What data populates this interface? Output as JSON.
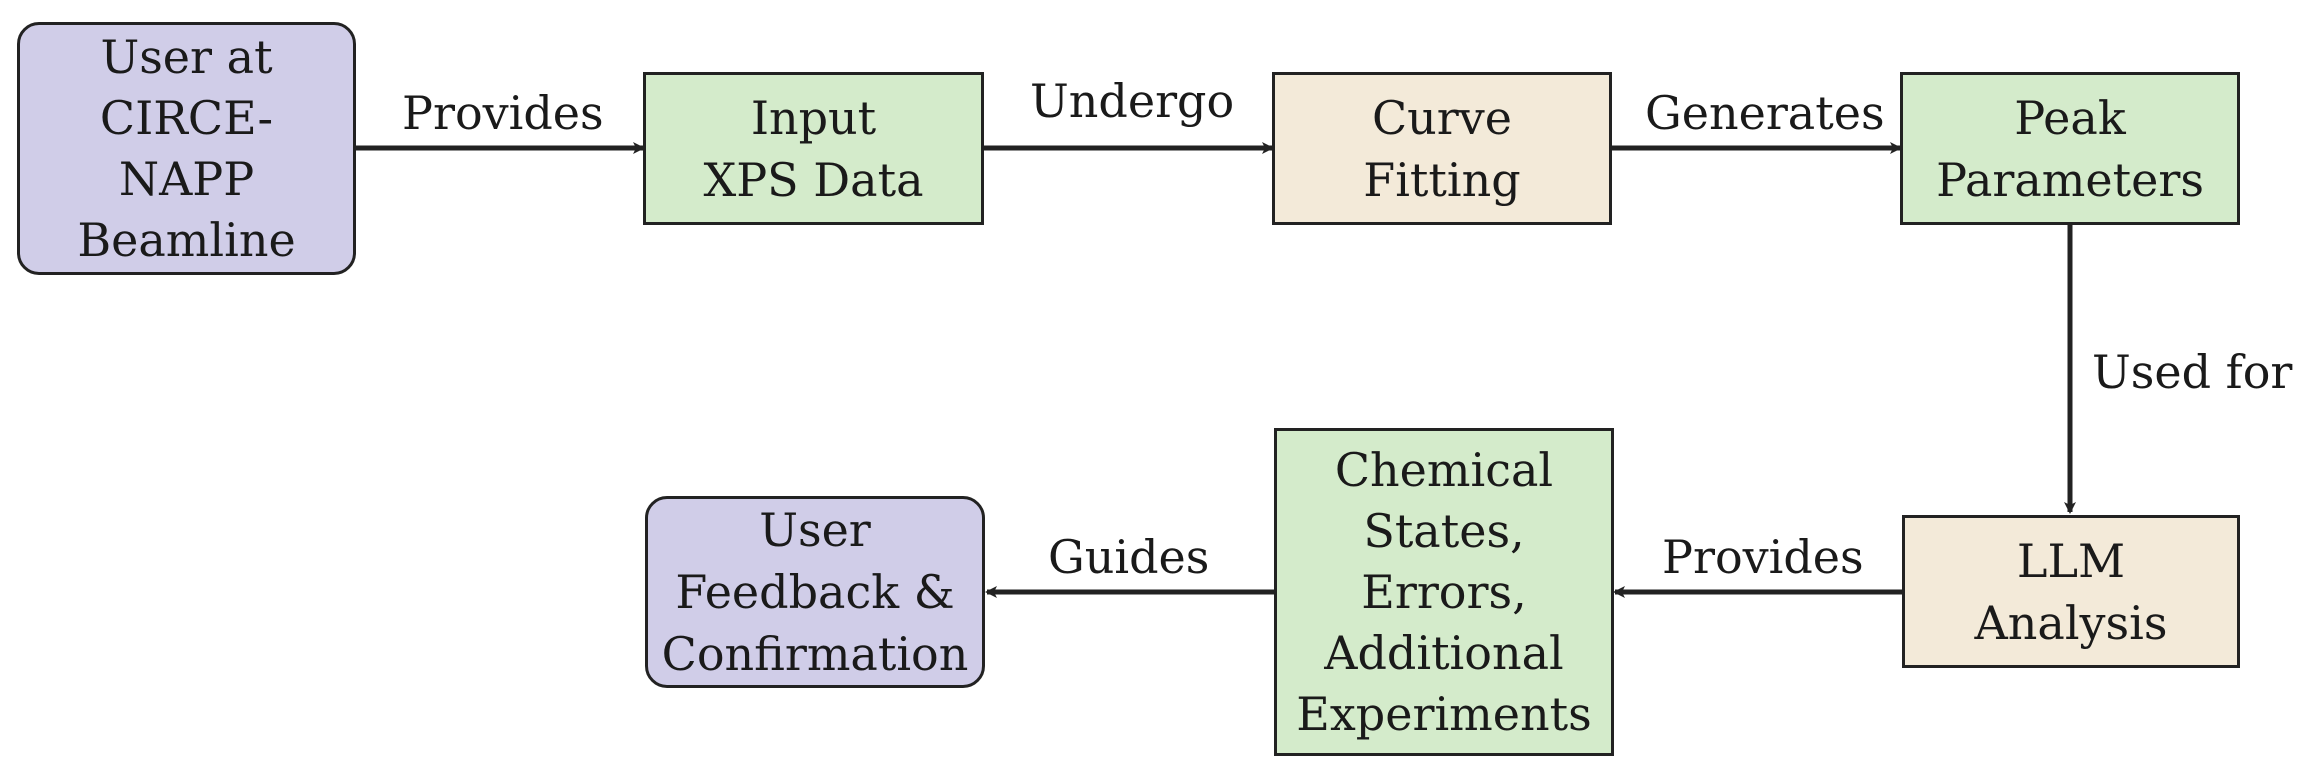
{
  "nodes": {
    "user_beamline": {
      "lines": [
        "User at",
        "CIRCE-",
        "NAPP",
        "Beamline"
      ],
      "fill": "#d0cde8"
    },
    "input_xps": {
      "lines": [
        "Input",
        "XPS Data"
      ],
      "fill": "#d4ebcb"
    },
    "curve_fitting": {
      "lines": [
        "Curve",
        "Fitting"
      ],
      "fill": "#f3ead9"
    },
    "peak_parameters": {
      "lines": [
        "Peak",
        "Parameters"
      ],
      "fill": "#d4ebcb"
    },
    "llm_analysis": {
      "lines": [
        "LLM",
        "Analysis"
      ],
      "fill": "#f3ead9"
    },
    "chemical_states": {
      "lines": [
        "Chemical",
        "States,",
        "Errors,",
        "Additional",
        "Experiments"
      ],
      "fill": "#d4ebcb"
    },
    "user_feedback": {
      "lines": [
        "User",
        "Feedback &",
        "Confirmation"
      ],
      "fill": "#d0cde8"
    }
  },
  "edges": {
    "provides_1": "Provides",
    "undergo": "Undergo",
    "generates": "Generates",
    "used_for": "Used for",
    "provides_2": "Provides",
    "guides": "Guides"
  }
}
